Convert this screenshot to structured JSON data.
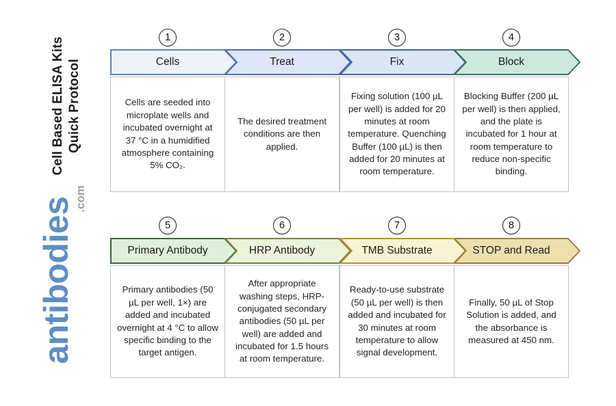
{
  "page": {
    "background": "#ffffff"
  },
  "sidebar": {
    "title_line1": "Cell Based ELISA Kits",
    "title_line2": "Quick Protocol",
    "brand": "antibodies",
    "brand_tld": ".com",
    "brand_color": "#5e8fc3",
    "tld_color": "#9e9e9e",
    "title_color": "#1c1c1c"
  },
  "steps": [
    {
      "number": "1",
      "label": "Cells",
      "description": "Cells are seeded into microplate wells and incubated overnight at 37 °C in a humidified atmosphere containing 5% CO₂.",
      "fill": "#eef3fa",
      "border": "#6383b0"
    },
    {
      "number": "2",
      "label": "Treat",
      "description": "The desired treatment conditions are then applied.",
      "fill": "#dee5f8",
      "border": "#4b70a3"
    },
    {
      "number": "3",
      "label": "Fix",
      "description": "Fixing solution (100 µL per well) is added for 20 minutes at room temperature. Quenching Buffer (100 µL) is then added for 20 minutes at room temperature.",
      "fill": "#d9e6f6",
      "border": "#44689e"
    },
    {
      "number": "4",
      "label": "Block",
      "description": "Blocking Buffer (200 µL per well) is then applied, and the plate is incubated for 1 hour at room temperature to reduce non-specific binding.",
      "fill": "#cbe9dc",
      "border": "#3a6f64"
    },
    {
      "number": "5",
      "label": "Primary Antibody",
      "description": "Primary antibodies (50 µL per well, 1×) are added and incubated overnight at 4 °C to allow specific binding to the target antigen.",
      "fill": "#dff0da",
      "border": "#336c33"
    },
    {
      "number": "6",
      "label": "HRP Antibody",
      "description": "After appropriate washing steps, HRP-conjugated secondary antibodies (50 µL per well) are added and incubated for 1.5 hours at room temperature.",
      "fill": "#ecf3da",
      "border": "#74813a"
    },
    {
      "number": "7",
      "label": "TMB Substrate",
      "description": "Ready-to-use substrate (50 µL per well) is then added and incubated for 30 minutes at room temperature to allow signal development.",
      "fill": "#f8f3d3",
      "border": "#b5922f"
    },
    {
      "number": "8",
      "label": "STOP and Read",
      "description": "Finally, 50 µL of Stop Solution is added, and the absorbance is measured at 450 nm.",
      "fill": "#eedfae",
      "border": "#9c7f35"
    }
  ]
}
